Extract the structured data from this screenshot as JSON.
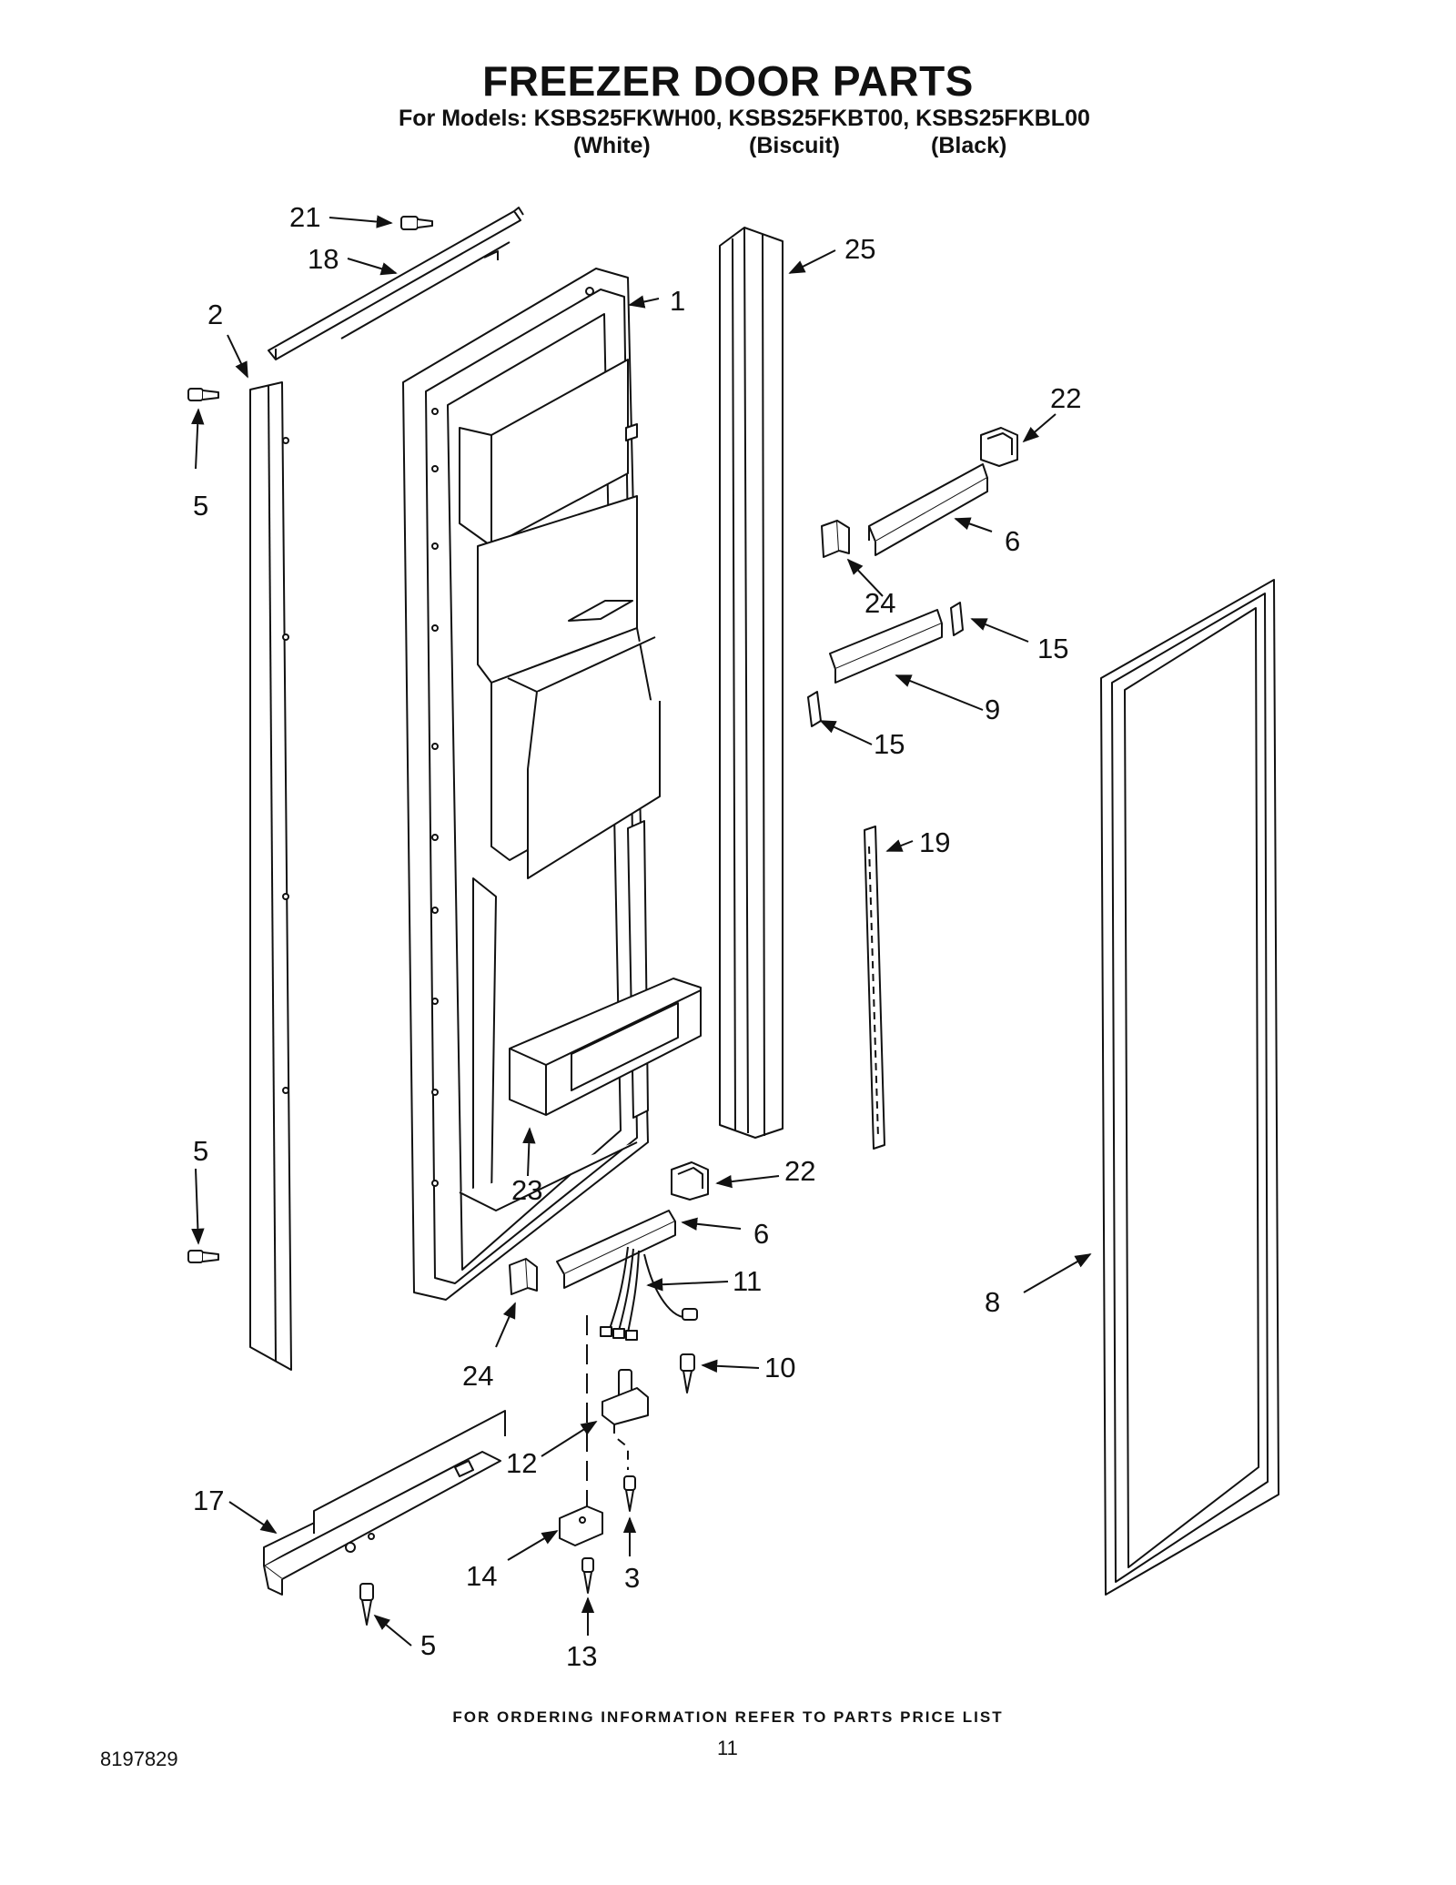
{
  "header": {
    "title": "FREEZER DOOR PARTS",
    "models_line": "For Models: KSBS25FKWH00, KSBS25FKBT00, KSBS25FKBL00",
    "variants": [
      "(White)",
      "(Biscuit)",
      "(Black)"
    ]
  },
  "callouts": {
    "c1": "1",
    "c2": "2",
    "c3": "3",
    "c5a": "5",
    "c5b": "5",
    "c5c": "5",
    "c6a": "6",
    "c6b": "6",
    "c8": "8",
    "c9": "9",
    "c10": "10",
    "c11": "11",
    "c12": "12",
    "c13": "13",
    "c14": "14",
    "c15a": "15",
    "c15b": "15",
    "c17": "17",
    "c18": "18",
    "c19": "19",
    "c21": "21",
    "c22a": "22",
    "c22b": "22",
    "c23": "23",
    "c24a": "24",
    "c24b": "24",
    "c25": "25"
  },
  "footer": {
    "ordering_note": "FOR ORDERING INFORMATION REFER TO PARTS PRICE LIST",
    "document_number": "8197829",
    "page_number": "11"
  }
}
